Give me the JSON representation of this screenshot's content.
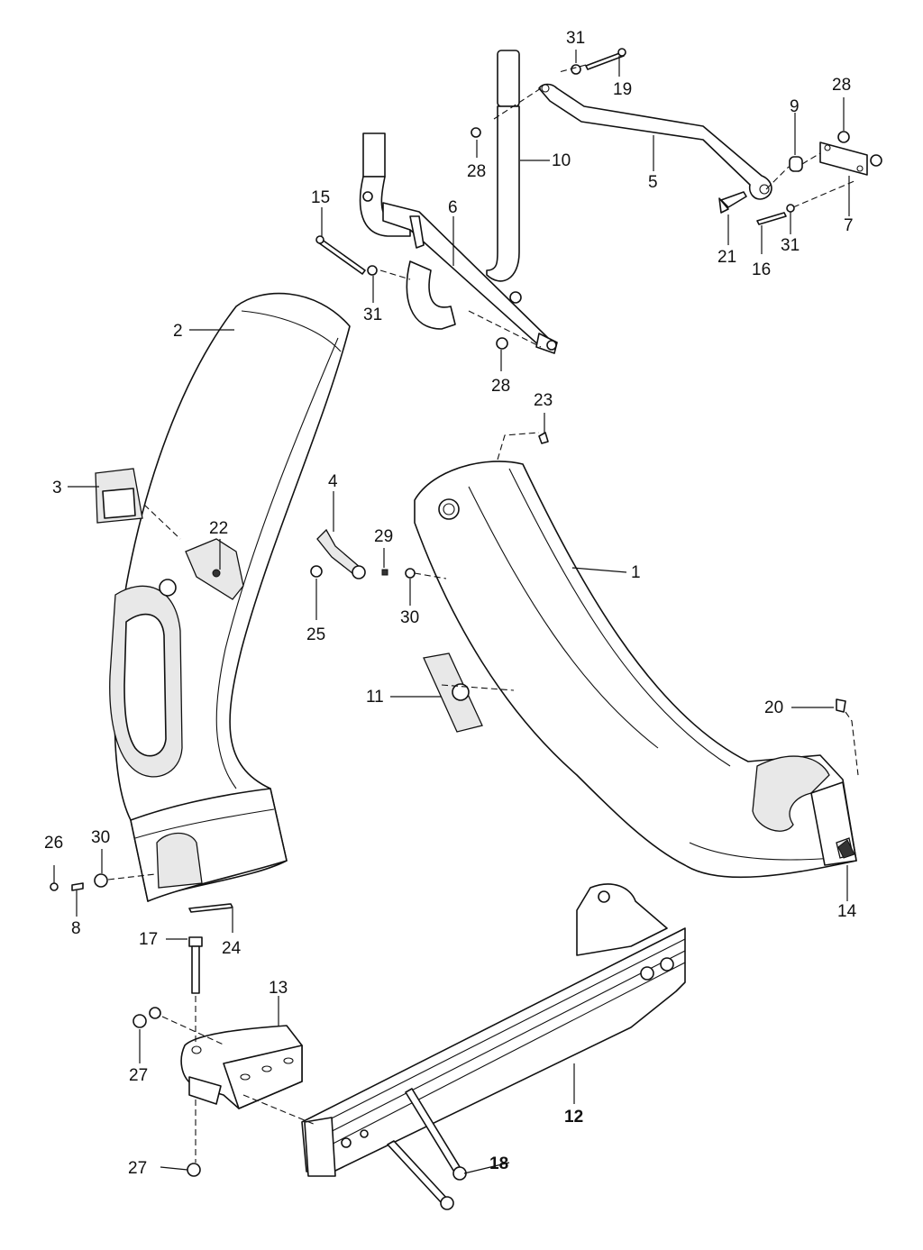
{
  "callouts": [
    {
      "id": "1",
      "text": "1"
    },
    {
      "id": "2",
      "text": "2"
    },
    {
      "id": "3",
      "text": "3"
    },
    {
      "id": "4",
      "text": "4"
    },
    {
      "id": "5",
      "text": "5"
    },
    {
      "id": "6",
      "text": "6"
    },
    {
      "id": "7",
      "text": "7"
    },
    {
      "id": "8",
      "text": "8"
    },
    {
      "id": "9",
      "text": "9"
    },
    {
      "id": "10",
      "text": "10"
    },
    {
      "id": "11",
      "text": "11"
    },
    {
      "id": "12",
      "text": "12",
      "bold": true
    },
    {
      "id": "13",
      "text": "13"
    },
    {
      "id": "14",
      "text": "14"
    },
    {
      "id": "15",
      "text": "15"
    },
    {
      "id": "16",
      "text": "16"
    },
    {
      "id": "17",
      "text": "17"
    },
    {
      "id": "18",
      "text": "18",
      "bold": true
    },
    {
      "id": "19",
      "text": "19"
    },
    {
      "id": "20",
      "text": "20"
    },
    {
      "id": "21",
      "text": "21"
    },
    {
      "id": "22",
      "text": "22"
    },
    {
      "id": "23",
      "text": "23"
    },
    {
      "id": "24",
      "text": "24"
    },
    {
      "id": "25",
      "text": "25"
    },
    {
      "id": "26",
      "text": "26"
    },
    {
      "id": "27a",
      "text": "27"
    },
    {
      "id": "27b",
      "text": "27"
    },
    {
      "id": "28a",
      "text": "28"
    },
    {
      "id": "28b",
      "text": "28"
    },
    {
      "id": "28c",
      "text": "28"
    },
    {
      "id": "29",
      "text": "29"
    },
    {
      "id": "30a",
      "text": "30"
    },
    {
      "id": "30b",
      "text": "30"
    },
    {
      "id": "31a",
      "text": "31"
    },
    {
      "id": "31b",
      "text": "31"
    },
    {
      "id": "31c",
      "text": "31"
    }
  ]
}
